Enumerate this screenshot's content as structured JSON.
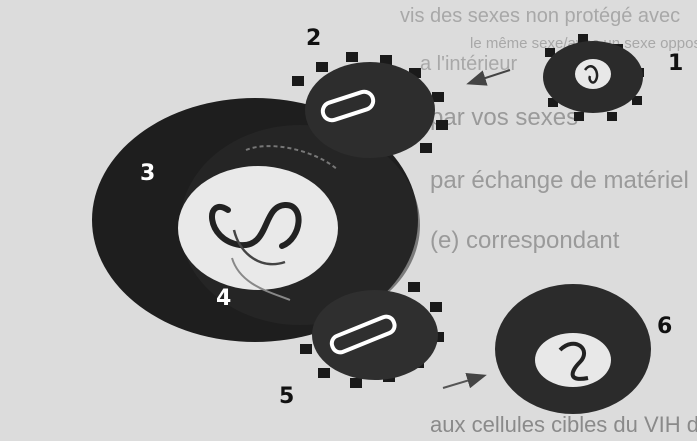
{
  "step_labels": [
    "1",
    "2",
    "3",
    "4",
    "5",
    "6"
  ],
  "background_text": [
    "vis des sexes non protégé avec",
    "le même sexe/avec un sexe opposé",
    "a l'intérieur",
    "par vos sexes",
    "par échange de matériel",
    "(e) correspondant",
    "aux cellules cibles du VIH dans l'organisme"
  ],
  "colors": {
    "paper": "#dcdcdc",
    "cell_dark": "#1e1e1e",
    "virus_dark": "#2d2d2d",
    "nucleus_light": "#e9e9e9",
    "label_white": "#ffffff",
    "label_black": "#111111",
    "arrow": "#444444"
  }
}
